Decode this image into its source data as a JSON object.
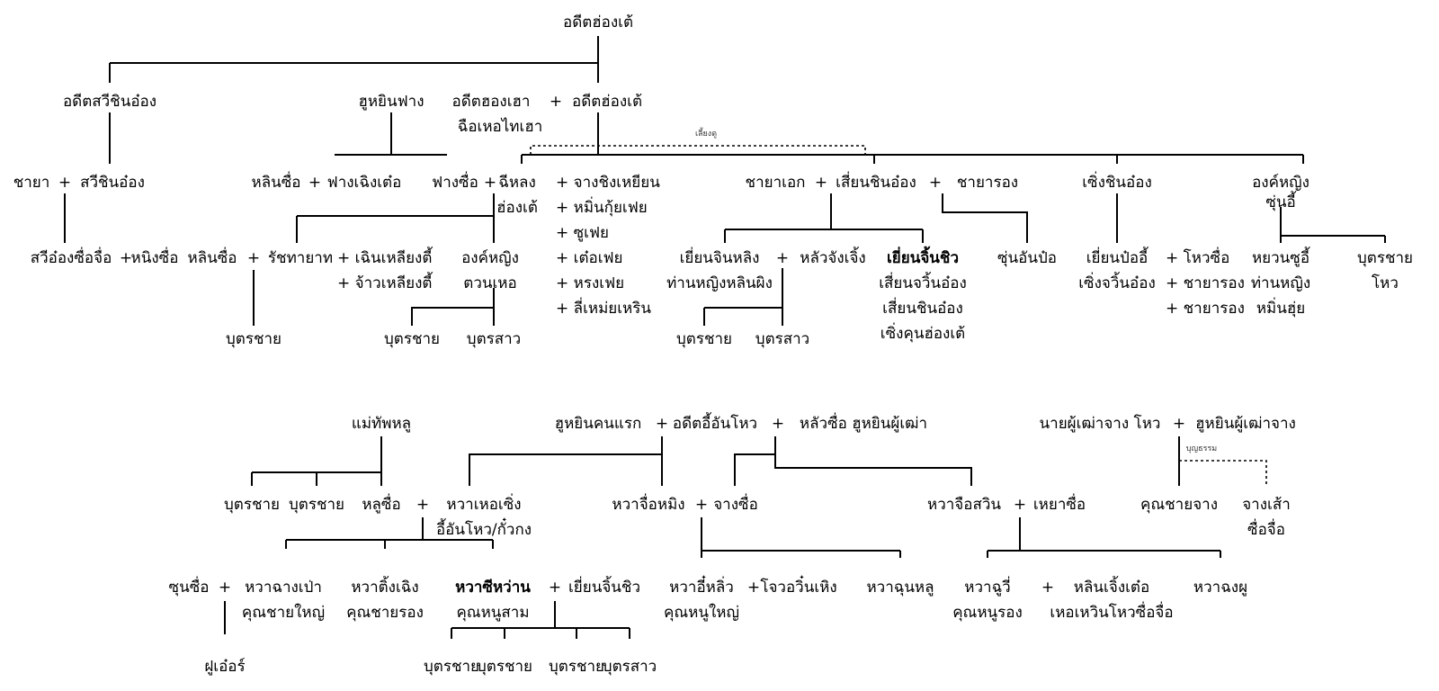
{
  "people": {
    "adeet_hongtae": "อดีตฮ่องเต้",
    "adeet_sawee": "อดีตสวีชินอ๋อง",
    "hooyin_fang": "ฮูหยินฟาง",
    "adeet_honghao": "อดีตฮองเฮา",
    "plus_1": "+",
    "adeet_hongtae2": "อดีตฮ่องเต้",
    "chue_hoe_thai_hao": "ฉือเหอไทเฮา",
    "chaya1": "ชายา",
    "plus_2": "+",
    "sawee_chin_ong": "สวีชินอ๋อง",
    "lin_sue_1": "หลินซื่อ",
    "plus_3": "+",
    "fang_chernto": "ฟางเฉิงเต๋อ",
    "fang_sue": "ฟางซื่อ",
    "plus_4": "+",
    "nee_lang": "ฉีหลง",
    "nee_lang_title": "ฮ่องเต้",
    "wives": [
      "+ จางชิงเหยียน",
      "+ หมิ่นกุ้ยเฟย",
      "+ ซูเฟย",
      "+ เต๋อเฟย",
      "+ หรงเฟย",
      "+ ลี่เหม่ยเหริน"
    ],
    "chaya_ek": "ชายาเอก",
    "plus_5": "+",
    "siyen_chin_ong": "เสี่ยนชินอ๋อง",
    "plus_6": "+",
    "chaya_rong_1": "ชายารอง",
    "siang_chin_ong": "เซิ่งชินอ๋อง",
    "ongying_sunyi": "องค์หญิง",
    "ongying_sunyi_2": "ซุ่นอี้",
    "sawee_ong_sue": "สวีอ๋องซื่อจื่อ",
    "plus_7": "+",
    "ning_sue": "หนิงซื่อ",
    "lin_sue_2": "หลินซื่อ",
    "plus_8": "+",
    "ratchathayat": "รัชทายาท",
    "chernliang": "+ เฉินเหลียงตี้",
    "jaoliang": "+ จ้าวเหลียงตี้",
    "ongying_tuan": "องค์หญิง",
    "ongying_tuan_2": "ตวนเหอ",
    "yien_jinling": "เยี่ยนจินหลิง",
    "yien_jinling_2": "ท่านหญิงหลินผิง",
    "plus_9": "+",
    "lang_jiang": "หลัวจังเจิ้ง",
    "yien_jinshiu": "เยี่ยนจิ้นชิว",
    "yien_jinshiu_t1": "เสี่ยนจวิ้นอ๋อง",
    "yien_jinshiu_t2": "เสี่ยนชินอ๋อง",
    "yien_jinshiu_t3": "เซิ่งคุนฮ่องเต้",
    "sun_anpo": "ซุ่นอันป๋อ",
    "yien_poi": "เยี่ยนป๋ออี้",
    "yien_poi_2": "เซิ่งจวิ้นอ๋อง",
    "side_wives_2": [
      "+ โหวซื่อ",
      "+ ชายารอง",
      "+ ชายารอง"
    ],
    "yuan_sui": "หยวนซูอี้",
    "yuan_sui_2": "ท่านหญิง",
    "yuan_sui_3": "หมิ่นฮุ่ย",
    "son_hou": "บุตรชาย",
    "son_hou_2": "โหว",
    "son_1": "บุตรชาย",
    "son_2": "บุตรชาย",
    "daughter_1": "บุตรสาว",
    "son_3": "บุตรชาย",
    "daughter_2": "บุตรสาว",
    "mae_tap_lu": "แม่ทัพหลู",
    "hooyin_first": "ฮูหยินคนแรก",
    "plus_10": "+",
    "adeet_yi_anhou": "อดีตอี้อันโหว",
    "plus_11": "+",
    "lang_sue": "หลัวซื่อ ฮูหยินผู้เฒ่า",
    "nai_jang": "นายผู้เฒ่าจาง โหว",
    "plus_12": "+",
    "hooyin_jang": "ฮูหยินผู้เฒ่าจาง",
    "son_4": "บุตรชาย",
    "son_5": "บุตรชาย",
    "lu_sue": "หลูซื่อ",
    "plus_13": "+",
    "hua_hoe_sing": "หวาเหอเซิ่ง",
    "hua_hoe_sing_2": "อี้อันโหว/กั๋วกง",
    "hua_ji_ming": "หวาจื่อหมิง",
    "plus_14": "+",
    "jang_sue": "จางซื่อ",
    "hua_ji_suan": "หวาจือสวิน",
    "plus_15": "+",
    "yeya_sue": "เหยาซื่อ",
    "khun_chai_jang": "คุณชายจาง",
    "jang_sao": "จางเส้า",
    "jang_sao_2": "ซื่อจื่อ",
    "sun_sue": "ซุนซื่อ",
    "plus_16": "+",
    "hua_chang_pao": "หวาฉางเป่า",
    "hua_chang_pao_2": "คุณชายใหญ่",
    "hua_ting_cheng": "หวาติ้งเฉิง",
    "hua_ting_cheng_2": "คุณชายรอง",
    "hua_si_wan": "หวาซีหว่าน",
    "hua_si_wan_2": "คุณหนูสาม",
    "plus_17": "+",
    "yien_jinshiu_b": "เยี่ยนจิ้นชิว",
    "hua_yi_liu": "หวาอี๋หลิ่ว",
    "hua_yi_liu_2": "คุณหนูใหญ่",
    "plus_18": "+",
    "jo_wen": "โจวอวิ๋นเหิง",
    "hua_chun_lu": "หวาฉุนหลู",
    "hua_ju_wi": "หวาฉูวี่",
    "hua_ju_wi_2": "คุณหนูรอง",
    "plus_19": "+",
    "lin_jing_te": "หลินเจิ้งเต๋อ",
    "lin_jing_te_2": "เหอเหวินโหวซื่อจื่อ",
    "hua_chong_phu": "หวาฉงผู",
    "fu_oe": "ฝูเอ๋อร์",
    "son_6": "บุตรชาย",
    "son_7": "บุตรชาย",
    "son_8": "บุตรชาย",
    "daughter_3": "บุตรสาว"
  },
  "notes": {
    "adopted": "เลี้ยงดู",
    "benefactor": "บุญธรรม"
  }
}
